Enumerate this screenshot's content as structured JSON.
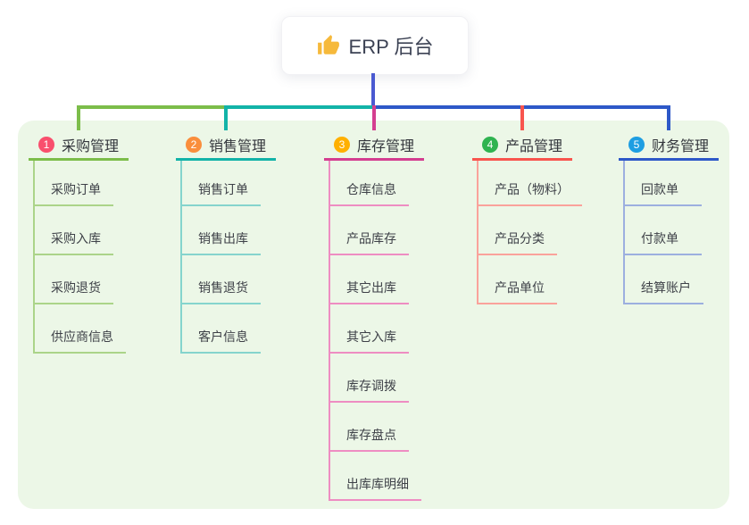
{
  "root": {
    "label": "ERP 后台",
    "icon": "thumbs-up-icon",
    "icon_color": "#f6b93b"
  },
  "colors": {
    "stem": "#4a5ad1",
    "card_background": "#ecf7e7",
    "page_background": "#ffffff",
    "root_text": "#3c4254",
    "branch_title_text": "#33363c",
    "child_text": "#3e4148"
  },
  "branches": [
    {
      "index": "1",
      "title": "采购管理",
      "color": "#7cbd4a",
      "light_color": "#abd489",
      "badge_color": "#f94f6d",
      "children": [
        "采购订单",
        "采购入库",
        "采购退货",
        "供应商信息"
      ]
    },
    {
      "index": "2",
      "title": "销售管理",
      "color": "#12b3a8",
      "light_color": "#85d4cd",
      "badge_color": "#fa8e3c",
      "children": [
        "销售订单",
        "销售出库",
        "销售退货",
        "客户信息"
      ]
    },
    {
      "index": "3",
      "title": "库存管理",
      "color": "#d43e90",
      "light_color": "#ee8dc2",
      "badge_color": "#ffb000",
      "children": [
        "仓库信息",
        "产品库存",
        "其它出库",
        "其它入库",
        "库存调拨",
        "库存盘点",
        "出库库明细"
      ]
    },
    {
      "index": "4",
      "title": "产品管理",
      "color": "#f8554e",
      "light_color": "#faa29b",
      "badge_color": "#2fb350",
      "children": [
        "产品（物料）",
        "产品分类",
        "产品单位"
      ]
    },
    {
      "index": "5",
      "title": "财务管理",
      "color": "#2d58c8",
      "light_color": "#9cafdf",
      "badge_color": "#1e9ee2",
      "children": [
        "回款单",
        "付款单",
        "结算账户"
      ]
    }
  ]
}
